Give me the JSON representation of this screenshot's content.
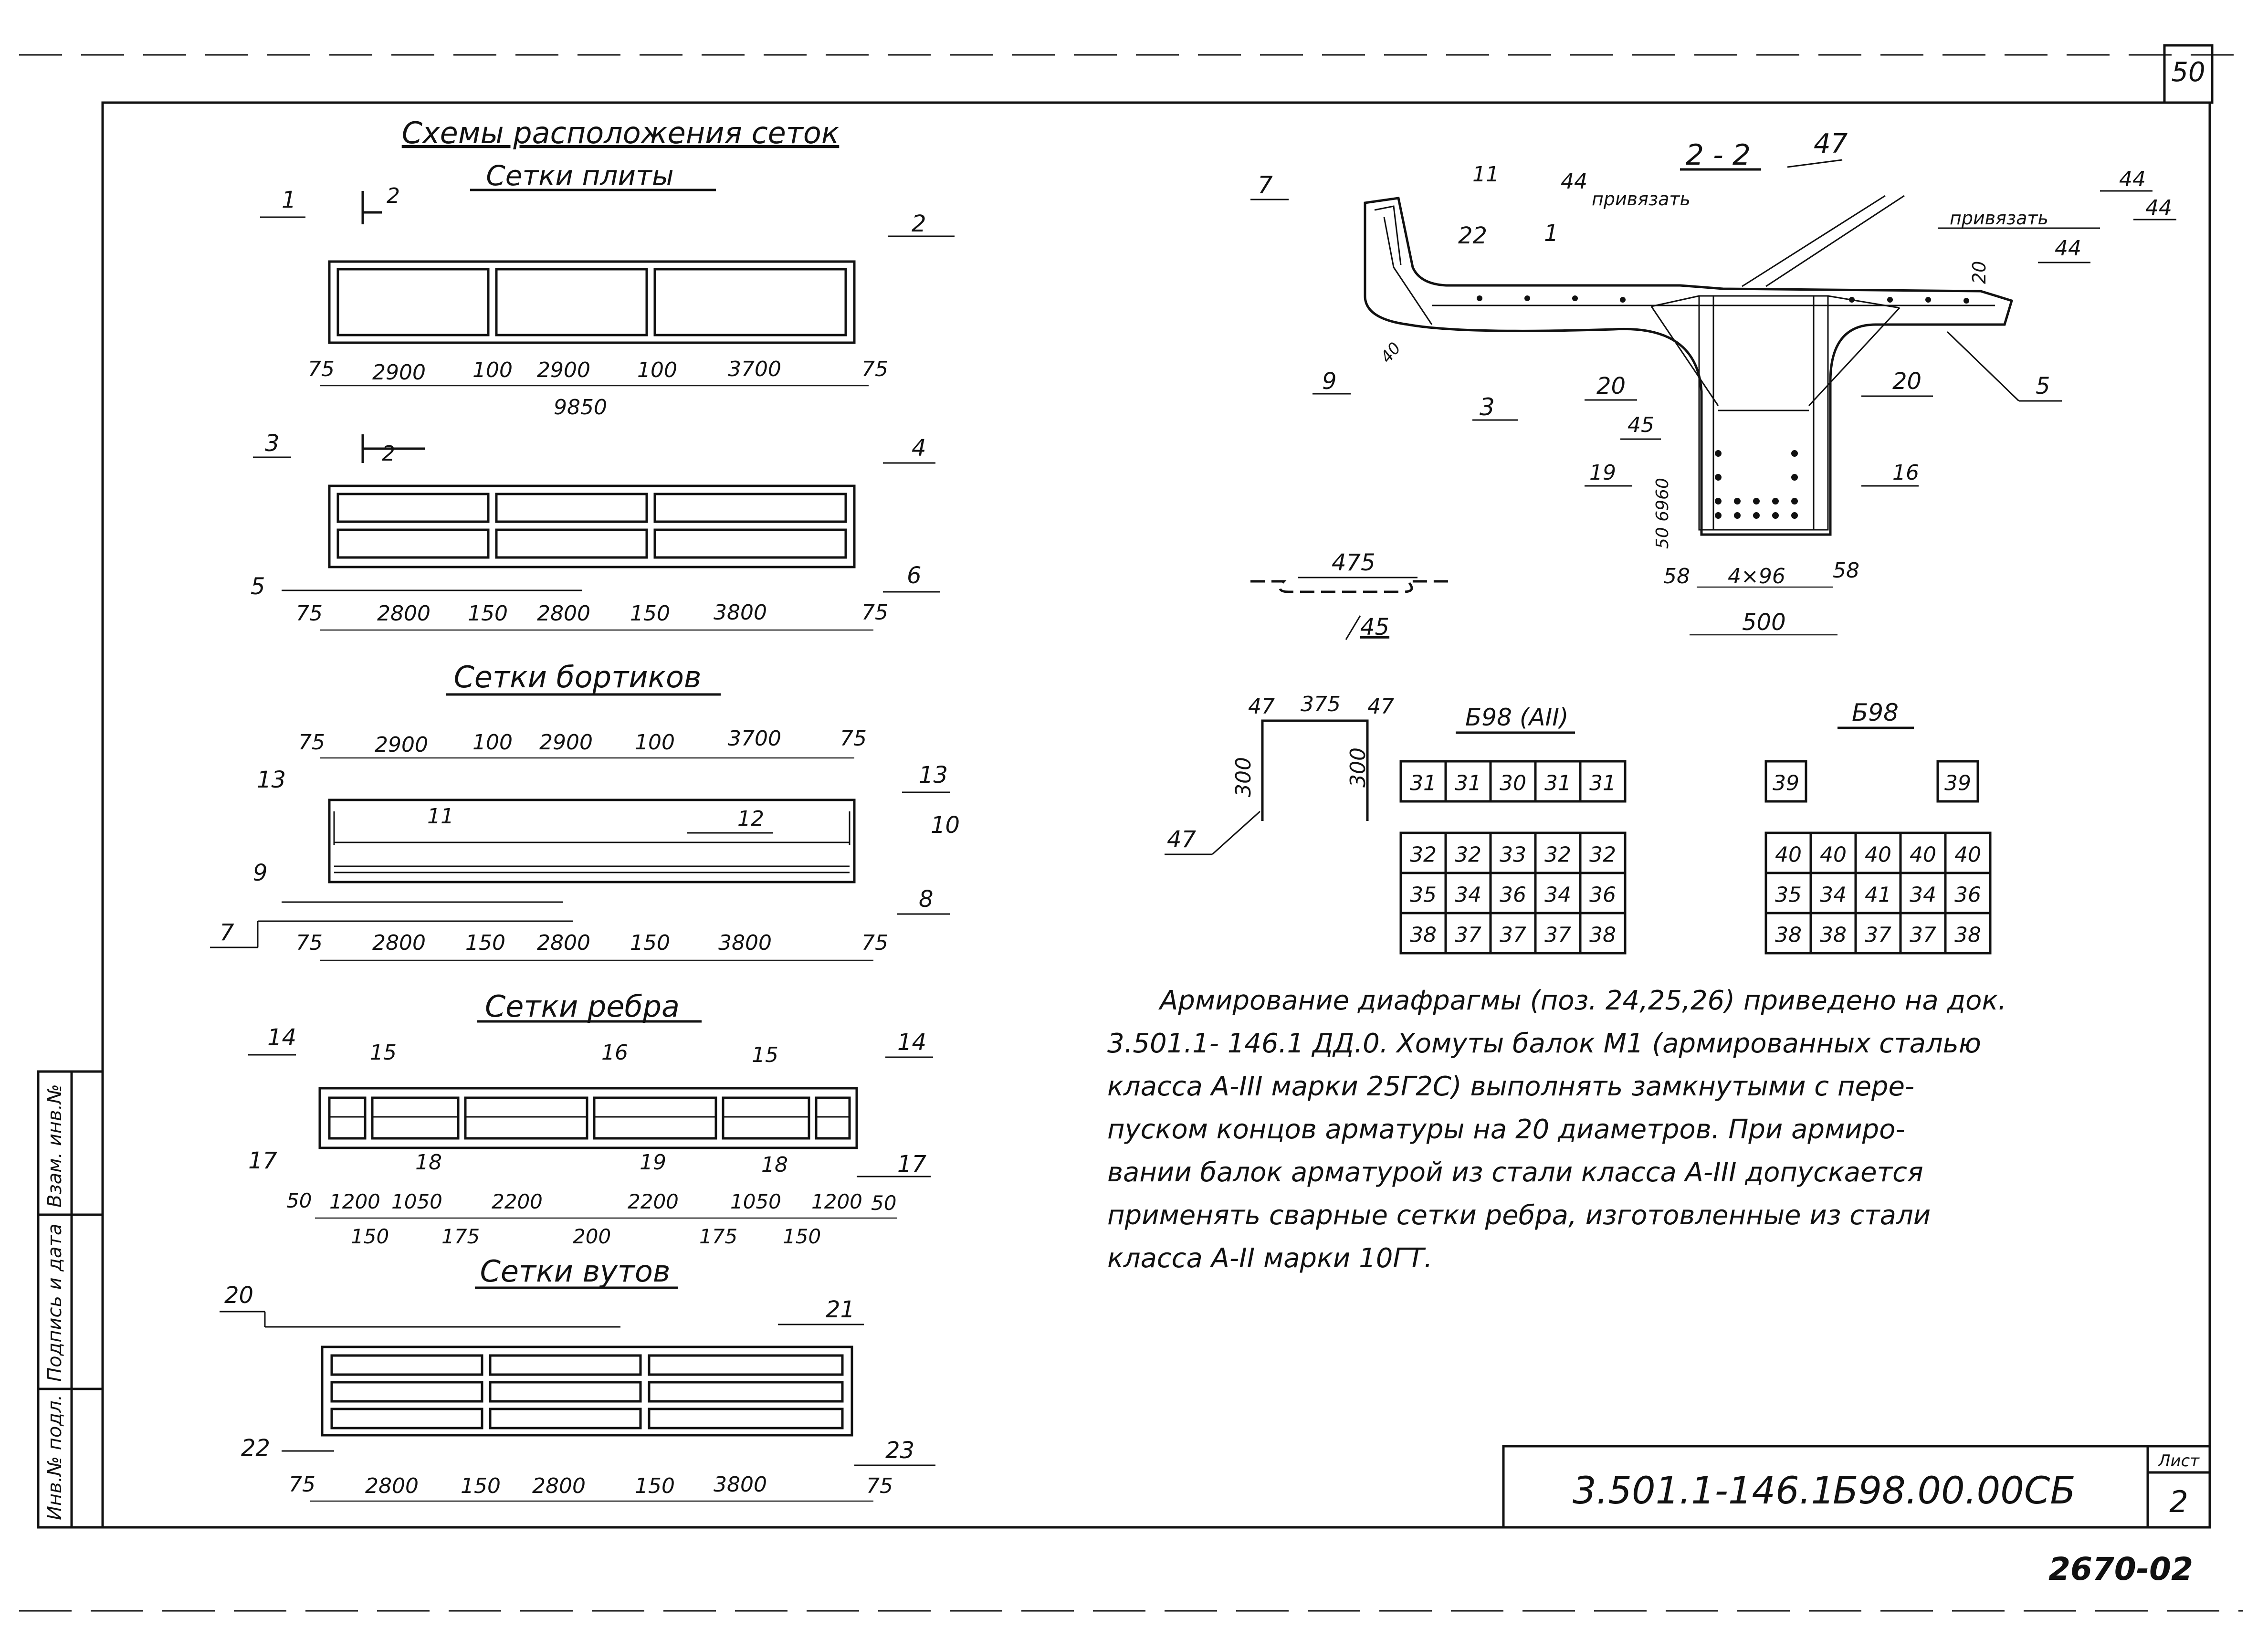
{
  "sheet_number_top": "50",
  "sheet_label": "Лист",
  "sheet_no": "2",
  "doc_code": "3.501.1-146.1",
  "mark_code": "Б98.00.00СБ",
  "archive_code": "2670-02",
  "side_stamp": [
    "Инв.№ подл.",
    "Подпись и дата",
    "Взам. инв.№"
  ],
  "title": "Схемы расположения сеток",
  "group_slab": {
    "title": "Сетки плиты",
    "mesh1": {
      "labels": [
        "1",
        "2"
      ],
      "section": "2",
      "dims": [
        "75",
        "2900",
        "100",
        "2900",
        "100",
        "3700",
        "75"
      ],
      "total": "9850"
    },
    "mesh2": {
      "labels": [
        "3",
        "4",
        "5",
        "6"
      ],
      "section": "2",
      "dims": [
        "75",
        "2800",
        "150",
        "2800",
        "150",
        "3800",
        "75"
      ]
    }
  },
  "group_side": {
    "title": "Сетки бортиков",
    "top_dims": [
      "75",
      "2900",
      "100",
      "2900",
      "100",
      "3700",
      "75"
    ],
    "labels": [
      "13",
      "13",
      "11",
      "12",
      "10",
      "9",
      "8",
      "7"
    ],
    "bottom_dims": [
      "75",
      "2800",
      "150",
      "2800",
      "150",
      "3800",
      "75"
    ]
  },
  "group_rib": {
    "title": "Сетки ребра",
    "labels": [
      "14",
      "14",
      "15",
      "16",
      "15",
      "17",
      "18",
      "19",
      "18",
      "17"
    ],
    "top_dims": [
      "50",
      "1200",
      "1050",
      "2200",
      "2200",
      "1050",
      "1200",
      "50"
    ],
    "bottom_dims": [
      "150",
      "175",
      "200",
      "175",
      "150"
    ]
  },
  "group_haunch": {
    "title": "Сетки вутов",
    "labels": [
      "20",
      "21",
      "22",
      "23"
    ],
    "dims": [
      "75",
      "2800",
      "150",
      "2800",
      "150",
      "3800",
      "75"
    ]
  },
  "section": {
    "title": "2 - 2",
    "labels": [
      "47",
      "7",
      "11",
      "44",
      "привязать",
      "44",
      "привязать",
      "44",
      "22",
      "1",
      "20",
      "44",
      "9",
      "40",
      "3",
      "20",
      "20",
      "5",
      "45",
      "19",
      "16",
      "50 6960"
    ],
    "bottom_dims": [
      "58",
      "4×96",
      "58"
    ],
    "width": "500"
  },
  "bar45": {
    "dim": "475",
    "label": "45"
  },
  "bar47": {
    "top": "375",
    "ends": [
      "47",
      "47"
    ],
    "heights": [
      "300",
      "300"
    ],
    "label": "47"
  },
  "table_a2": {
    "title": "Б98 (АII)",
    "top_row": [
      "31",
      "31",
      "30",
      "31",
      "31"
    ],
    "rows": [
      [
        "32",
        "32",
        "33",
        "32",
        "32"
      ],
      [
        "35",
        "34",
        "36",
        "34",
        "36"
      ],
      [
        "38",
        "37",
        "37",
        "37",
        "38"
      ]
    ]
  },
  "table_b": {
    "title": "Б98",
    "top_cells": [
      "39",
      "39"
    ],
    "rows": [
      [
        "40",
        "40",
        "40",
        "40",
        "40"
      ],
      [
        "35",
        "34",
        "41",
        "34",
        "36"
      ],
      [
        "38",
        "38",
        "37",
        "37",
        "38"
      ]
    ]
  },
  "note_lines": [
    "Армирование  диафрагмы (поз. 24,25,26) приведено  на док.",
    "3.501.1- 146.1  ДД.0.  Хомуты балок М1 (армированных сталью",
    "класса  А-III  марки  25Г2С) выполнять  замкнутыми с пере-",
    "пуском  концов  арматуры  на 20 диаметров. При армиро-",
    "вании  балок  арматурой  из стали  класса  А-III  допускается",
    "применять  сварные сетки  ребра, изготовленные  из стали",
    "класса  А-II  марки  10ГТ."
  ]
}
